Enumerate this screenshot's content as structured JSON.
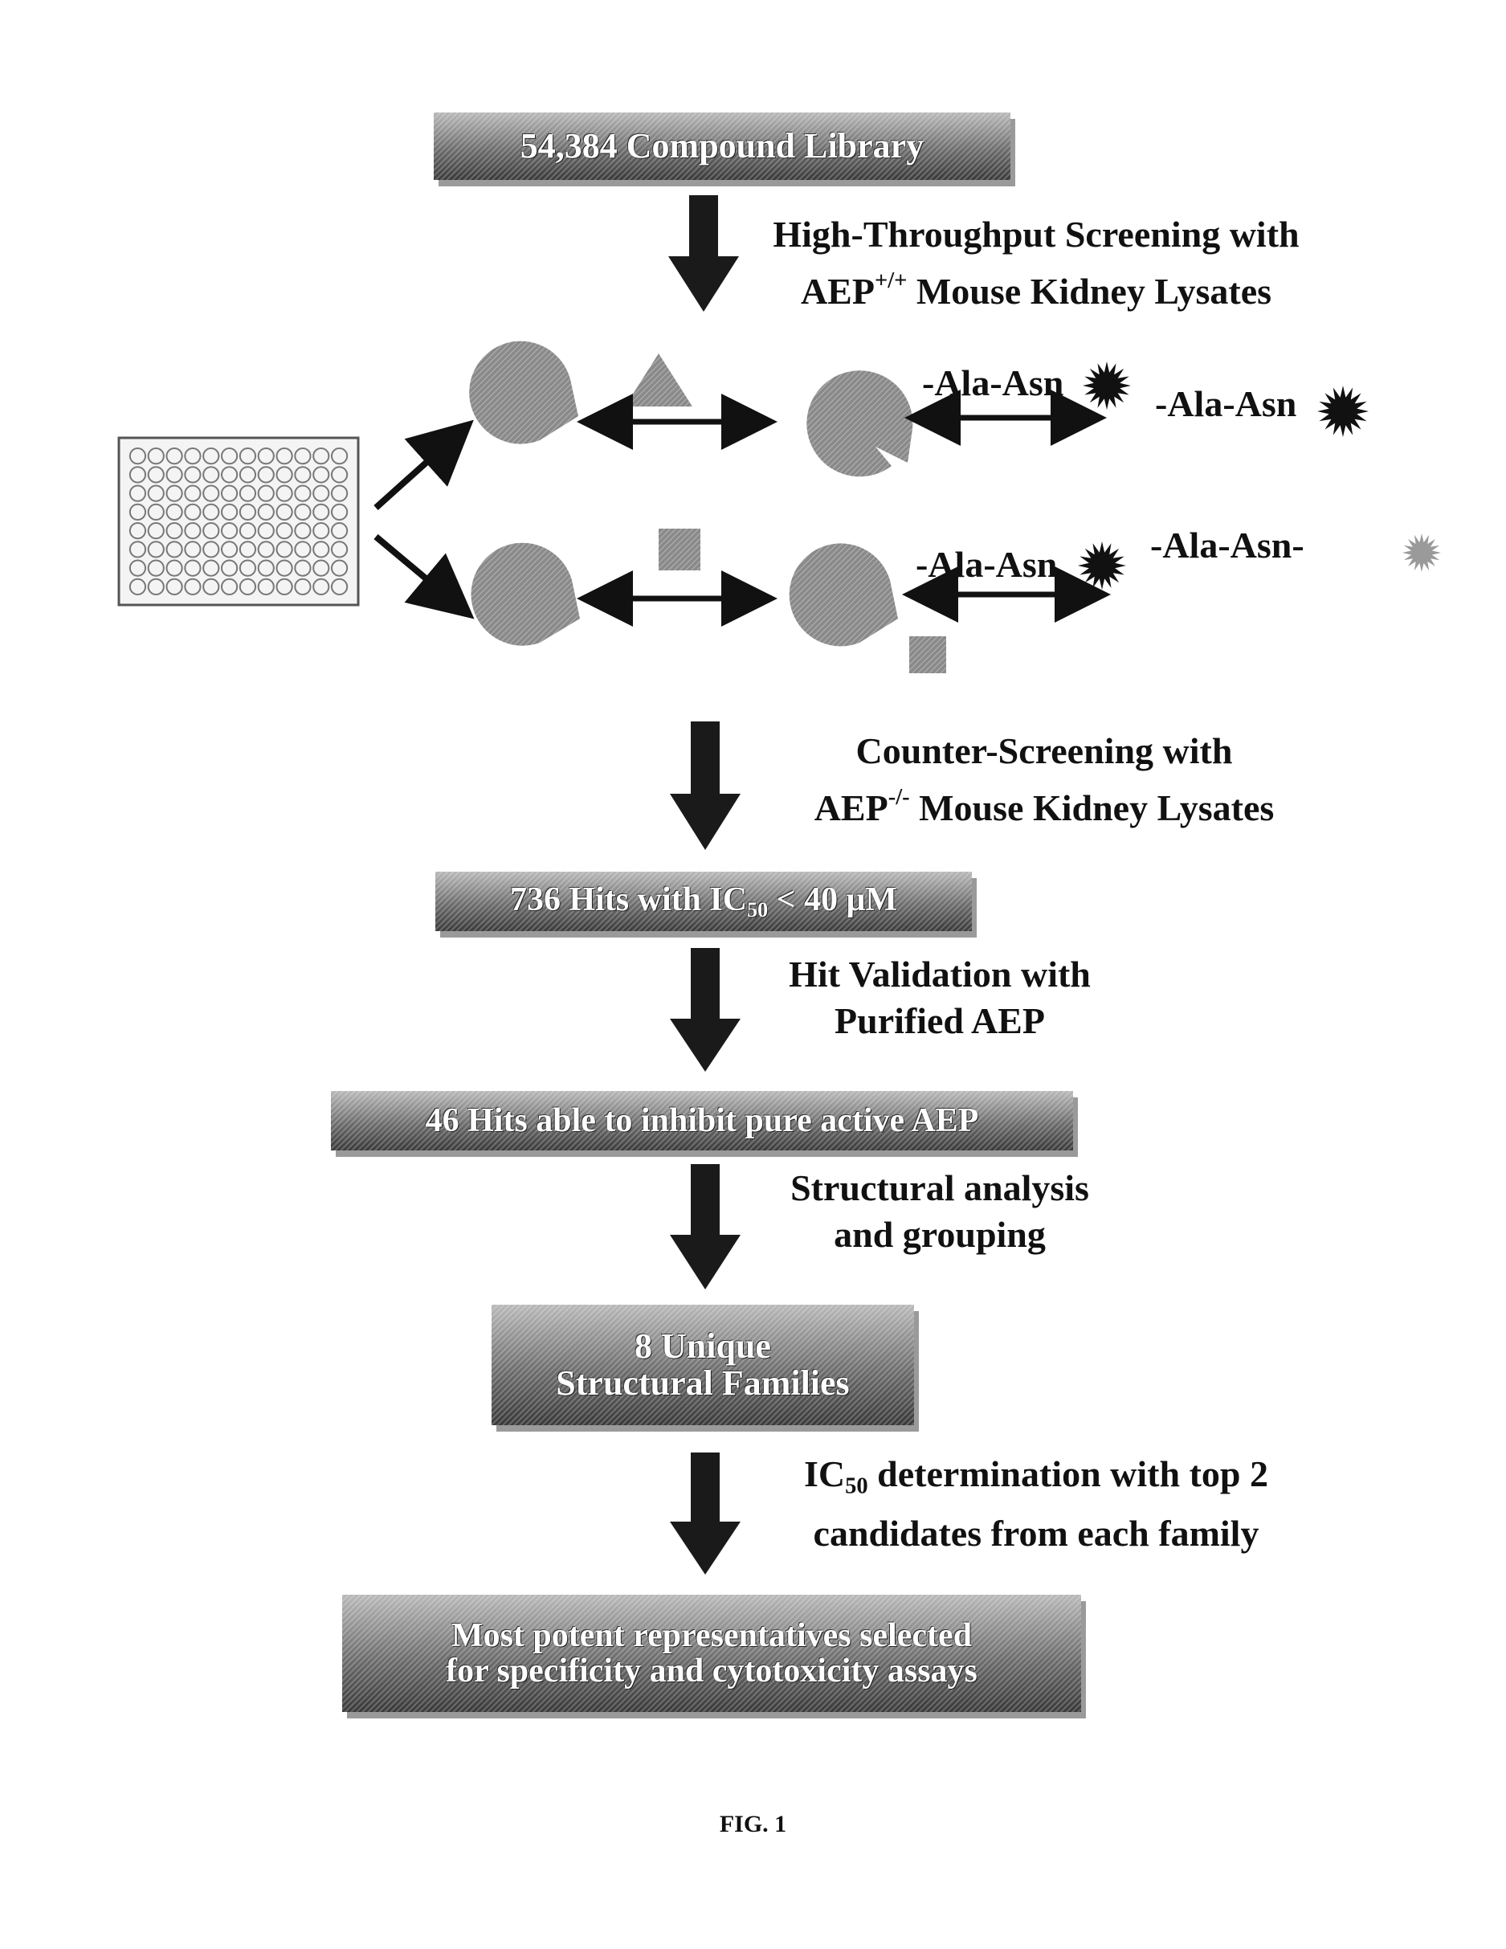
{
  "boxes": {
    "library": "54,384 Compound Library",
    "hits_prefix": "736 Hits with IC",
    "hits_sub": "50",
    "hits_suffix": " < 40 μM",
    "pure": "46 Hits able to inhibit pure active AEP",
    "families_line1": "8 Unique",
    "families_line2": "Structural Families",
    "final_line1": "Most potent representatives selected",
    "final_line2": "for specificity and cytotoxicity assays"
  },
  "steps": {
    "hts_line1": "High-Throughput Screening with",
    "hts_line2_prefix": "AEP",
    "hts_line2_sup": "+/+",
    "hts_line2_suffix": " Mouse Kidney Lysates",
    "counter_line1": "Counter-Screening with",
    "counter_line2_prefix": "AEP",
    "counter_line2_sup": "-/-",
    "counter_line2_suffix": " Mouse Kidney Lysates",
    "validation_line1": "Hit Validation with",
    "validation_line2": "Purified AEP",
    "structural_line1": "Structural analysis",
    "structural_line2": "and grouping",
    "ic50_line1_prefix": "IC",
    "ic50_line1_sub": "50",
    "ic50_line1_suffix": " determination with top 2",
    "ic50_line2": "candidates from each family"
  },
  "peptides": {
    "top_bound": "-Ala-Asn",
    "top_cleaved": "-Ala-Asn",
    "bottom_bound": "-Ala-Asn",
    "bottom_free": "-Ala-Asn-"
  },
  "figure_label": "FIG. 1"
}
